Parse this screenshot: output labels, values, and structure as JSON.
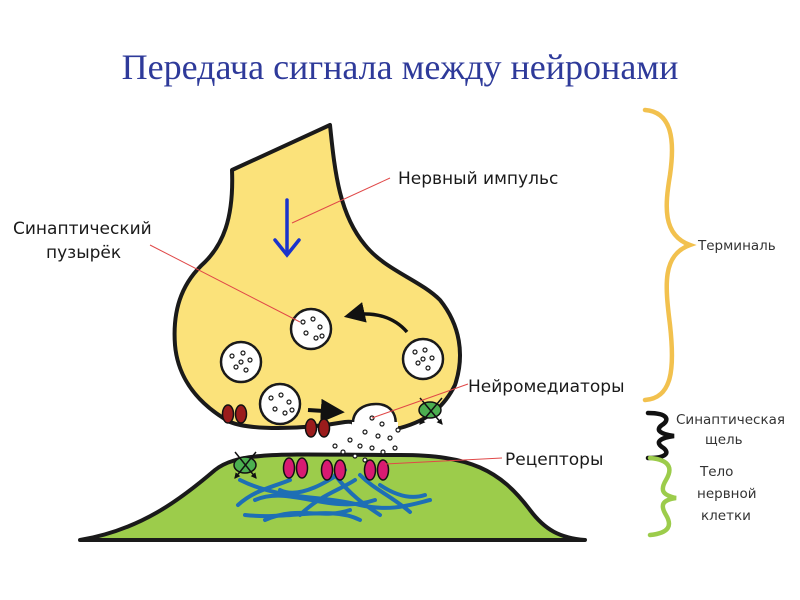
{
  "title": "Передача сигнала между нейронами",
  "labels": {
    "nerve_impulse": "Нервный импульс",
    "synaptic_vesicle_line1": "Синаптический",
    "synaptic_vesicle_line2": "пузырёк",
    "neurotransmitters": "Нейромедиаторы",
    "receptors": "Рецепторы"
  },
  "brackets": {
    "terminal": "Терминаль",
    "synaptic_cleft_line1": "Синаптическая",
    "synaptic_cleft_line2": "щель",
    "cell_body_line1": "Тело",
    "cell_body_line2": "нервной",
    "cell_body_line3": "клетки"
  },
  "colors": {
    "terminal_fill": "#fbe27a",
    "cell_body_fill": "#9ccc4b",
    "outline": "#1a1a1a",
    "impulse_arrow": "#1a33cc",
    "leader_line": "#e04848",
    "bracket_terminal": "#f2c14e",
    "bracket_cleft": "#111111",
    "bracket_body": "#9ccc4b",
    "channel_red": "#9b1c1c",
    "receptor_pink": "#d81b72",
    "transporter_green": "#4caf50",
    "dendrite_blue": "#1e6fb5"
  }
}
